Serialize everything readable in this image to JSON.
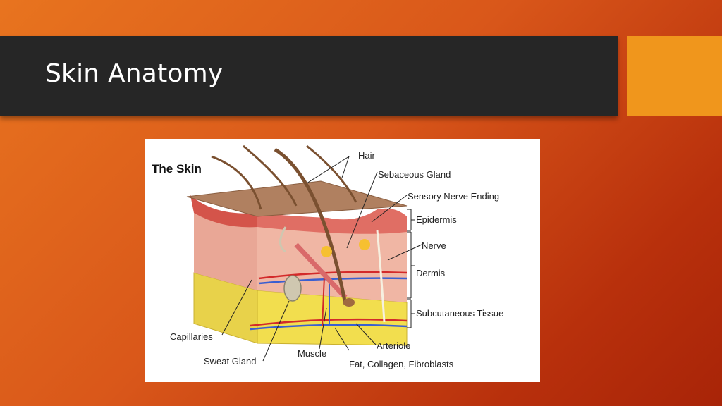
{
  "slide": {
    "title": "Skin Anatomy"
  },
  "colors": {
    "background_start": "#e8741f",
    "background_end": "#a82408",
    "title_bar": "#262626",
    "accent": "#f0961c"
  },
  "figure": {
    "title": "The Skin",
    "labels": {
      "hair": "Hair",
      "sebaceous_gland": "Sebaceous Gland",
      "sensory_nerve_ending": "Sensory Nerve Ending",
      "epidermis": "Epidermis",
      "nerve": "Nerve",
      "dermis": "Dermis",
      "subcutaneous_tissue": "Subcutaneous Tissue",
      "capillaries": "Capillaries",
      "sweat_gland": "Sweat Gland",
      "muscle": "Muscle",
      "arteriole": "Arteriole",
      "fat_collagen_fibroblasts": "Fat, Collagen, Fibroblasts"
    }
  }
}
